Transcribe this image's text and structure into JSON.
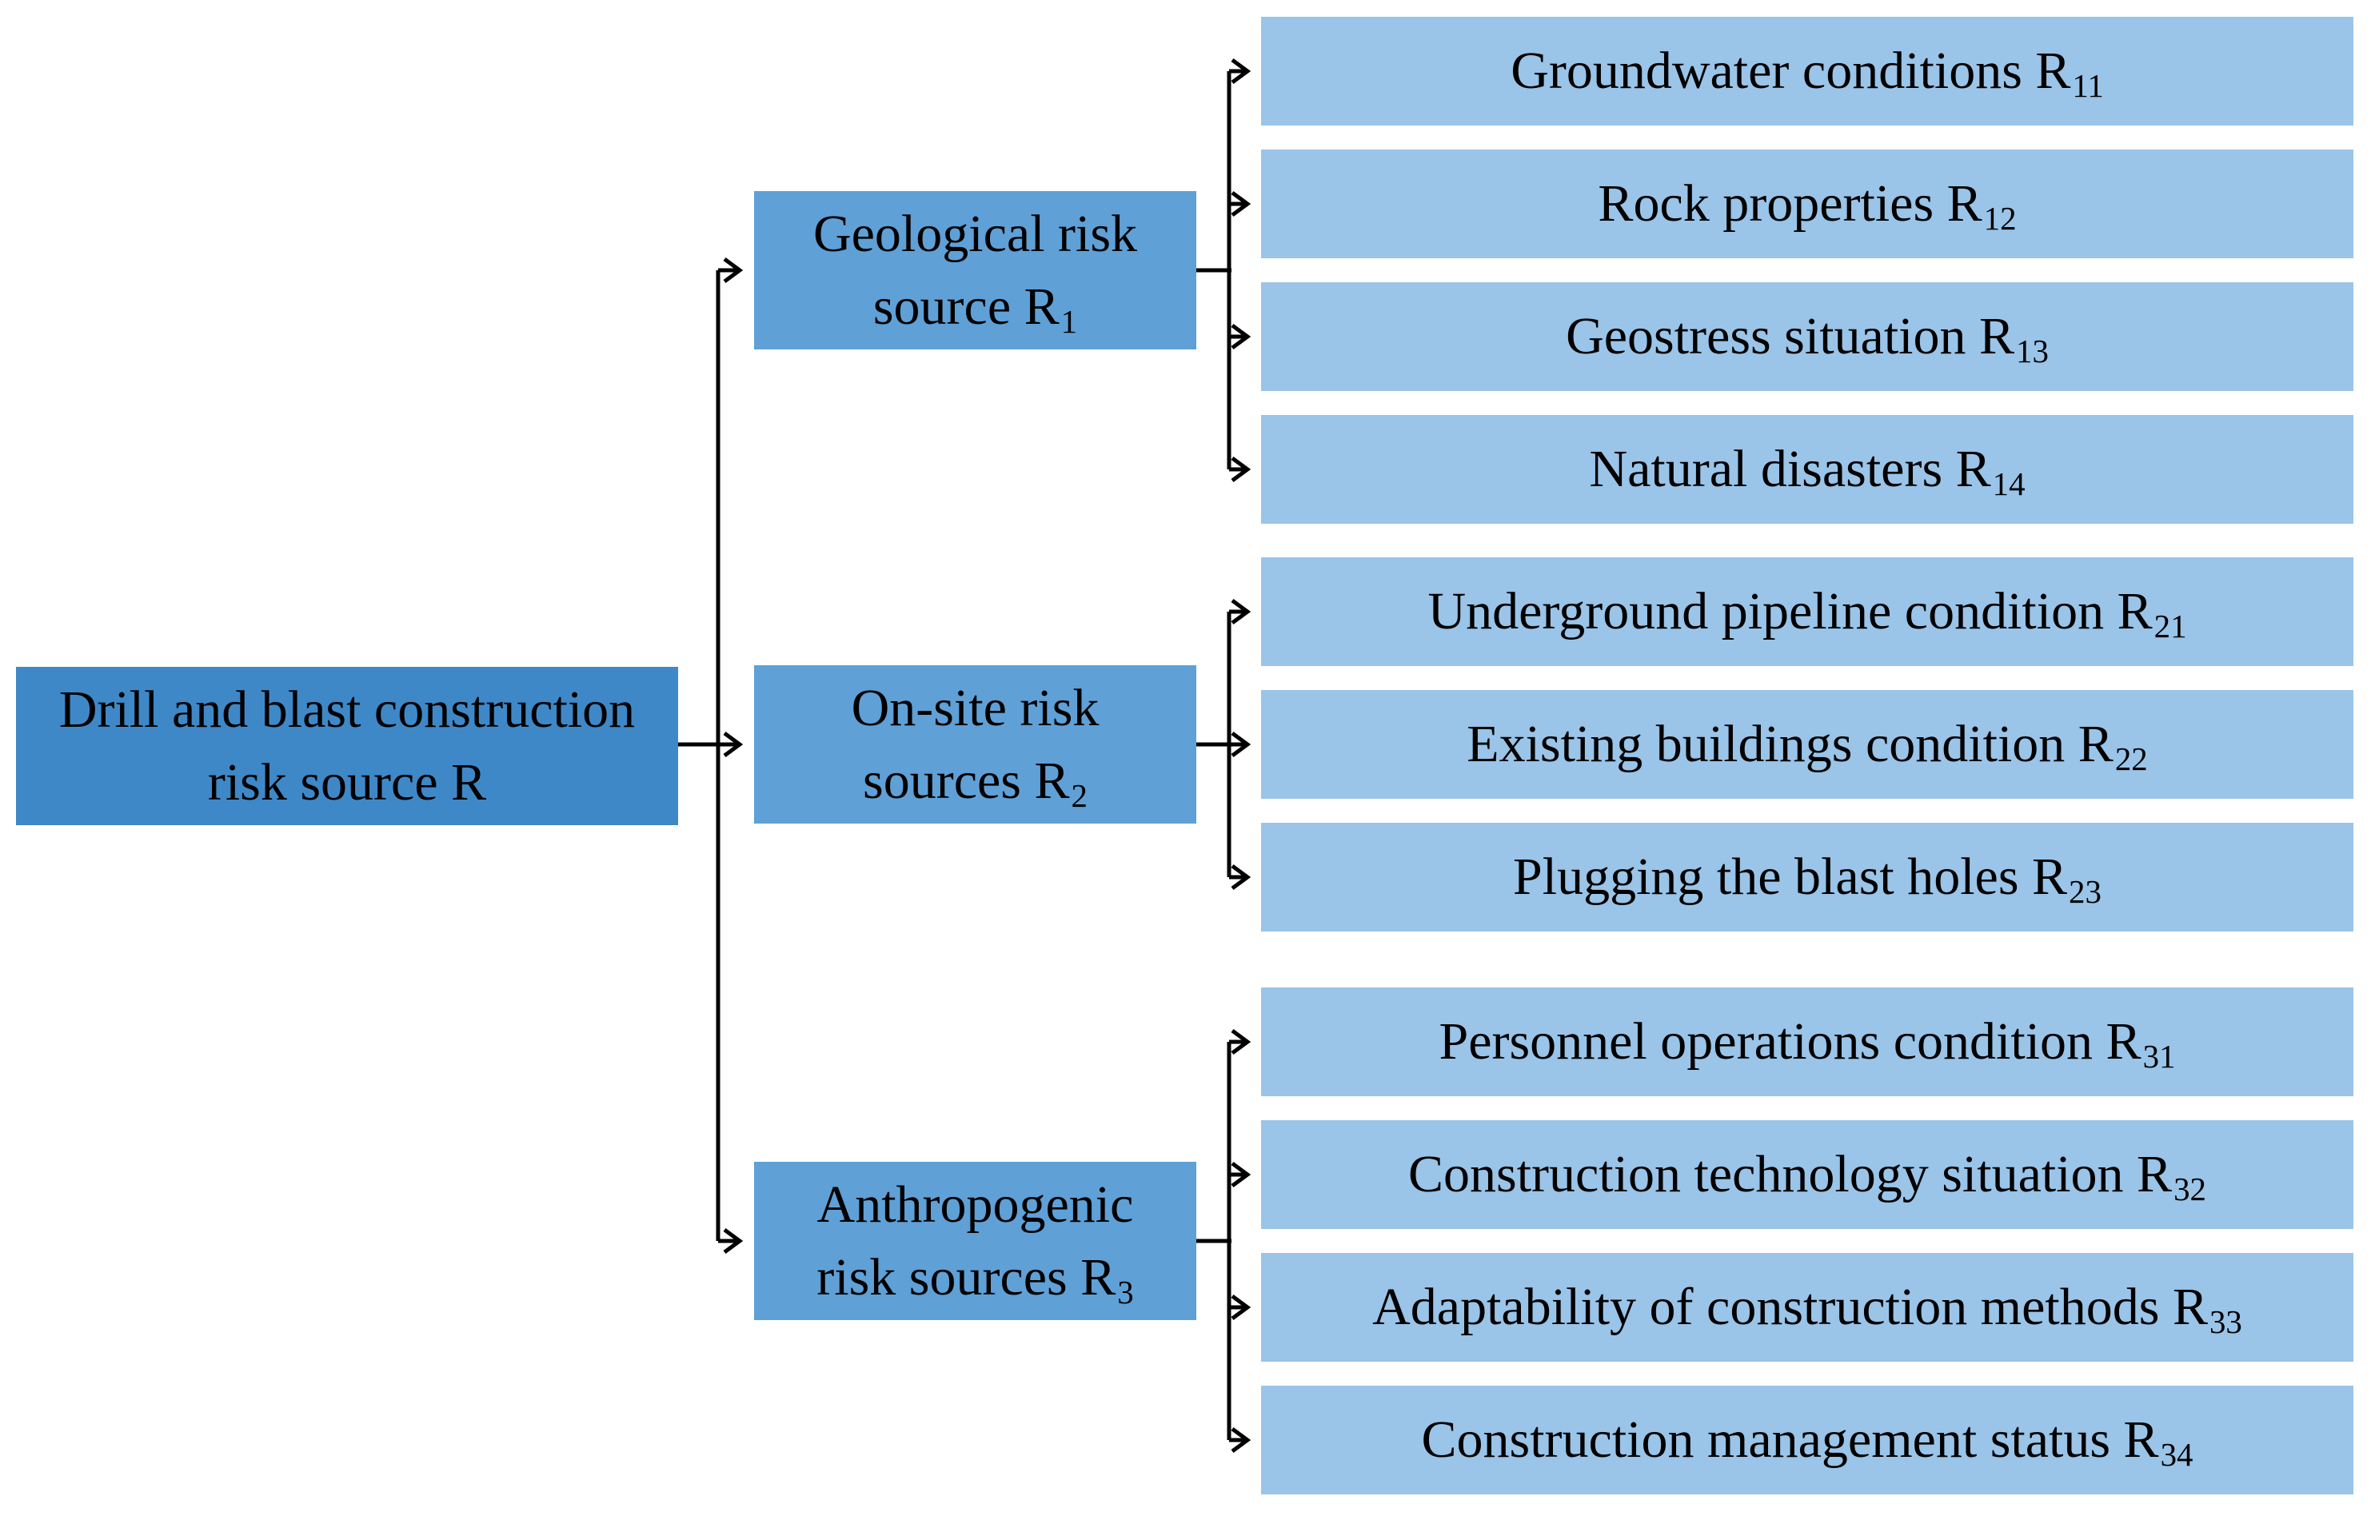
{
  "colors": {
    "root_fill": "#3E88C8",
    "branch_fill": "#5FA0D6",
    "leaf_fill": "#9AC4E8",
    "connector": "#000000",
    "text": "#000000"
  },
  "root": {
    "lines": [
      "Drill and blast construction",
      "risk source R"
    ]
  },
  "branches": [
    {
      "lines": [
        "Geological risk",
        "source R"
      ],
      "sub": "1",
      "leaves": [
        {
          "label": "Groundwater conditions R",
          "sub": "11"
        },
        {
          "label": "Rock properties R",
          "sub": "12"
        },
        {
          "label": "Geostress situation R",
          "sub": "13"
        },
        {
          "label": "Natural disasters R",
          "sub": "14"
        }
      ]
    },
    {
      "lines": [
        "On-site risk",
        "sources R"
      ],
      "sub": "2",
      "leaves": [
        {
          "label": "Underground pipeline condition R",
          "sub": "21"
        },
        {
          "label": "Existing buildings condition R",
          "sub": "22"
        },
        {
          "label": "Plugging the blast holes R",
          "sub": "23"
        }
      ]
    },
    {
      "lines": [
        "Anthropogenic",
        "risk sources R"
      ],
      "sub": "3",
      "leaves": [
        {
          "label": "Personnel operations condition R",
          "sub": "31"
        },
        {
          "label": "Construction technology situation R",
          "sub": "32"
        },
        {
          "label": "Adaptability of construction methods  R",
          "sub": "33"
        },
        {
          "label": "Construction management status R",
          "sub": "34"
        }
      ]
    }
  ]
}
